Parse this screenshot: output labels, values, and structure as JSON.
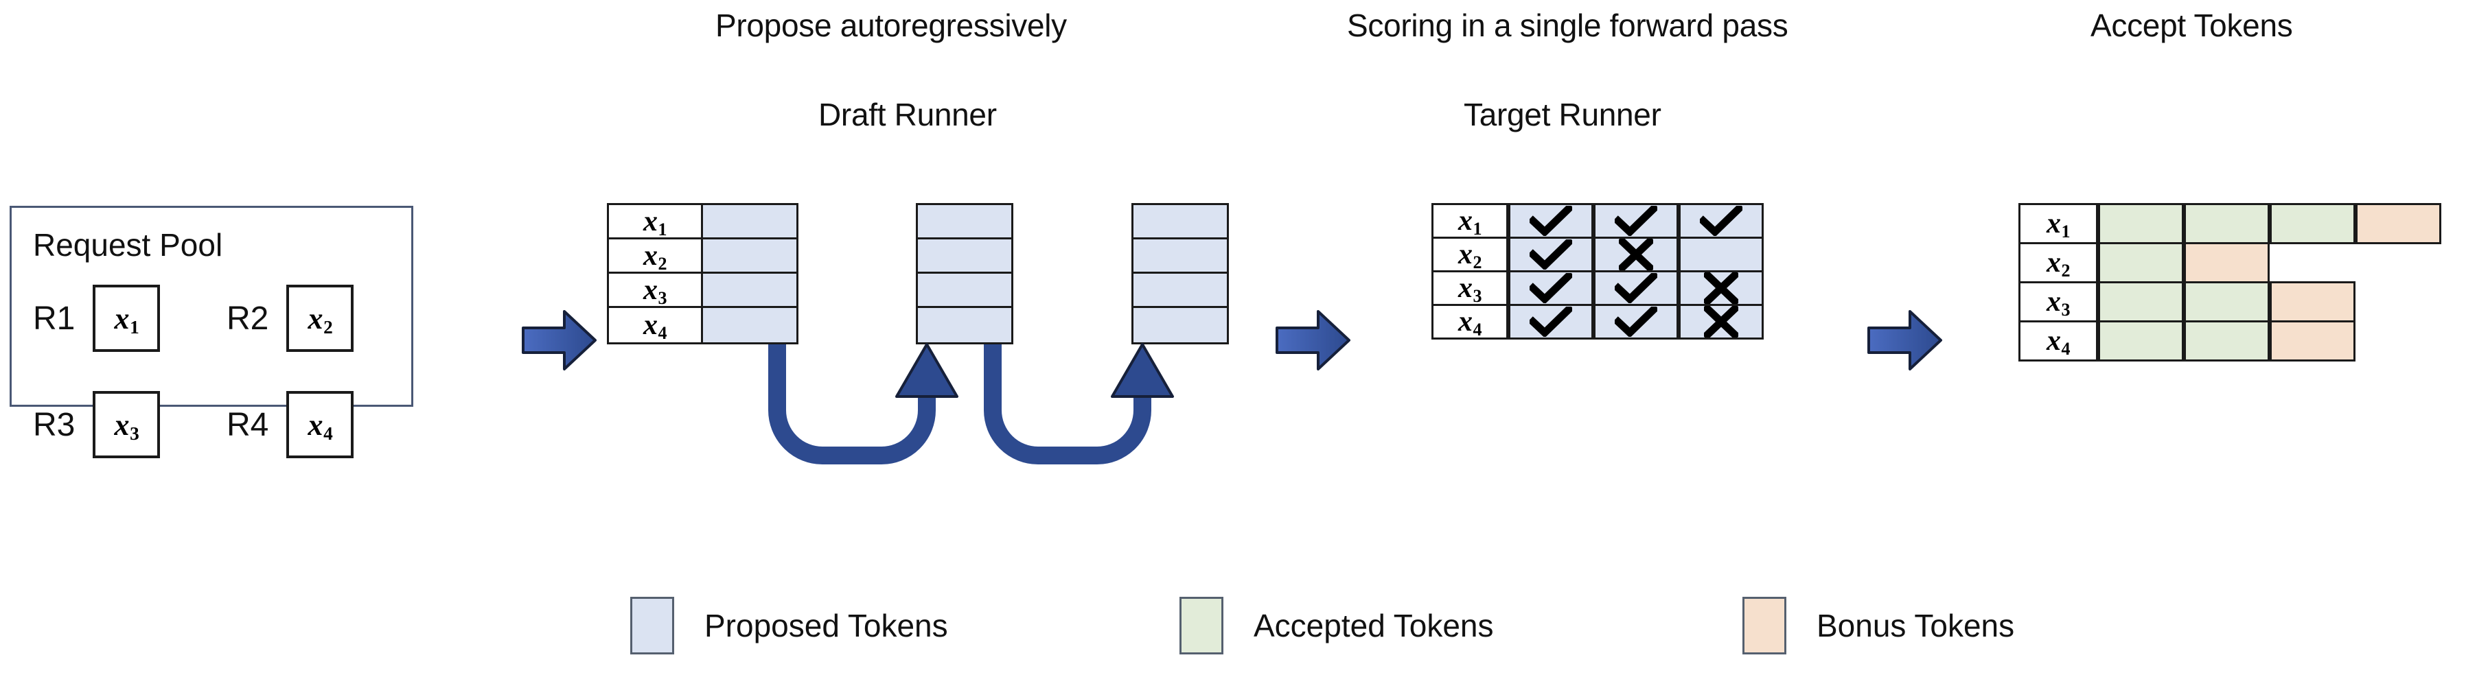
{
  "figure": {
    "headings": [
      {
        "title": "Propose autoregressively",
        "subtitle": "Draft Runner"
      },
      {
        "title": "Scoring in a single forward pass",
        "subtitle": "Target Runner"
      },
      {
        "title": "Accept Tokens",
        "subtitle": ""
      }
    ]
  },
  "request_pool": {
    "title": "Request Pool",
    "requests": [
      {
        "label": "R1",
        "token": "x",
        "index": "1"
      },
      {
        "label": "R2",
        "token": "x",
        "index": "2"
      },
      {
        "label": "R3",
        "token": "x",
        "index": "3"
      },
      {
        "label": "R4",
        "token": "x",
        "index": "4"
      }
    ]
  },
  "draft_runner": {
    "row_labels": [
      {
        "token": "x",
        "index": "1"
      },
      {
        "token": "x",
        "index": "2"
      },
      {
        "token": "x",
        "index": "3"
      },
      {
        "token": "x",
        "index": "4"
      }
    ],
    "step_count": 3,
    "rows_per_step": 4,
    "token_color": "#dbe3f2",
    "loop_arrow_count": 2
  },
  "target_runner": {
    "row_labels": [
      {
        "token": "x",
        "index": "1"
      },
      {
        "token": "x",
        "index": "2"
      },
      {
        "token": "x",
        "index": "3"
      },
      {
        "token": "x",
        "index": "4"
      }
    ],
    "columns": 3,
    "marks": [
      [
        "check",
        "check",
        "check"
      ],
      [
        "check",
        "cross",
        "blank"
      ],
      [
        "check",
        "check",
        "cross"
      ],
      [
        "check",
        "check",
        "cross"
      ]
    ],
    "cell_color": "#dbe3f2",
    "check_glyph": "check-icon",
    "cross_glyph": "cross-icon"
  },
  "accept_tokens": {
    "row_labels": [
      {
        "token": "x",
        "index": "1"
      },
      {
        "token": "x",
        "index": "2"
      },
      {
        "token": "x",
        "index": "3"
      },
      {
        "token": "x",
        "index": "4"
      }
    ],
    "rows": [
      [
        "accepted",
        "accepted",
        "accepted",
        "bonus"
      ],
      [
        "accepted",
        "bonus"
      ],
      [
        "accepted",
        "accepted",
        "bonus"
      ],
      [
        "accepted",
        "accepted",
        "bonus"
      ]
    ]
  },
  "legend": {
    "items": [
      {
        "label": "Proposed Tokens",
        "color": "#dbe3f2"
      },
      {
        "label": "Accepted Tokens",
        "color": "#e2ecd9"
      },
      {
        "label": "Bonus Tokens",
        "color": "#f6e0cd"
      }
    ]
  },
  "colors": {
    "proposed": "#dbe3f2",
    "accepted": "#e2ecd9",
    "bonus": "#f6e0cd",
    "arrow_blue": "#33549e",
    "outline": "#1a1a1a",
    "pool_border": "#4a5875"
  }
}
